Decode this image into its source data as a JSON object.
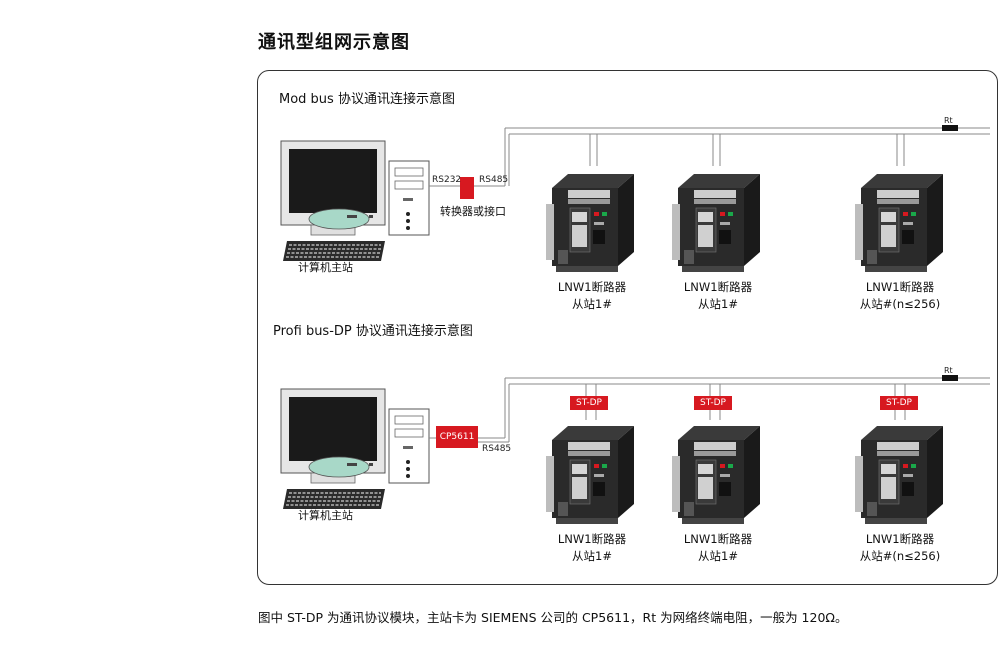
{
  "title": "通讯型组网示意图",
  "modbus": {
    "heading": "Mod bus 协议通讯连接示意图",
    "port_left": "RS232",
    "port_right": "RS485",
    "converter_label": "转换器或接口",
    "computer_label": "计算机主站",
    "rt": "Rt",
    "nodes": [
      {
        "name": "LNW1断路器",
        "station": "从站1#"
      },
      {
        "name": "LNW1断路器",
        "station": "从站1#"
      },
      {
        "name": "LNW1断路器",
        "station": "从站#(n≤256)"
      }
    ]
  },
  "profibus": {
    "heading": "Profi bus-DP 协议通讯连接示意图",
    "card": "CP5611",
    "port": "RS485",
    "computer_label": "计算机主站",
    "rt": "Rt",
    "module": "ST-DP",
    "nodes": [
      {
        "name": "LNW1断路器",
        "station": "从站1#"
      },
      {
        "name": "LNW1断路器",
        "station": "从站1#"
      },
      {
        "name": "LNW1断路器",
        "station": "从站#(n≤256)"
      }
    ]
  },
  "footer": "图中 ST-DP 为通讯协议模块，主站卡为 SIEMENS 公司的 CP5611，Rt 为网络终端电阻，一般为 120Ω。"
}
